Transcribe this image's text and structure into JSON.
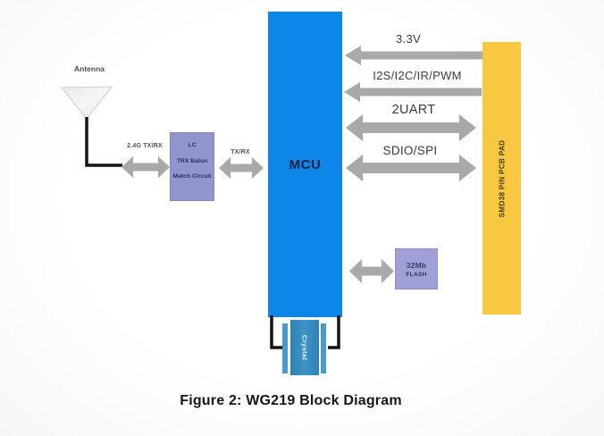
{
  "figure": {
    "caption": "Figure 2: WG219 Block Diagram"
  },
  "diagram": {
    "antenna": {
      "label": "Antenna"
    },
    "rf_link": {
      "label": "2.4G TX/RX",
      "direction": "bidirectional"
    },
    "balun": {
      "lines": [
        "LC",
        "TRX Balun",
        "Match Circuit"
      ]
    },
    "mcu_link": {
      "label": "TX/RX",
      "direction": "bidirectional"
    },
    "mcu": {
      "label": "MCU"
    },
    "buses": [
      {
        "label": "3.3V",
        "direction": "to-mcu"
      },
      {
        "label": "I2S/I2C/IR/PWM",
        "direction": "to-mcu"
      },
      {
        "label": "2UART",
        "direction": "bidirectional"
      },
      {
        "label": "SDIO/SPI",
        "direction": "bidirectional"
      }
    ],
    "pcb_pad": {
      "label": "SMD38 PIN PCB PAD"
    },
    "flash_link": {
      "direction": "bidirectional"
    },
    "flash": {
      "lines": [
        "32Mb",
        "FLASH"
      ]
    },
    "crystal": {
      "label": "Crystal"
    },
    "colors": {
      "mcu_blue": "#0c86e9",
      "pad_yellow": "#f9c841",
      "balun_purple": "#9295cb",
      "flash_purple": "#a09fd6",
      "arrow_gray": "#a9a9a9",
      "crystal_blue": "#2e81b5",
      "crystal_bar_blue": "#4a99cf",
      "line_black": "#141414"
    }
  }
}
